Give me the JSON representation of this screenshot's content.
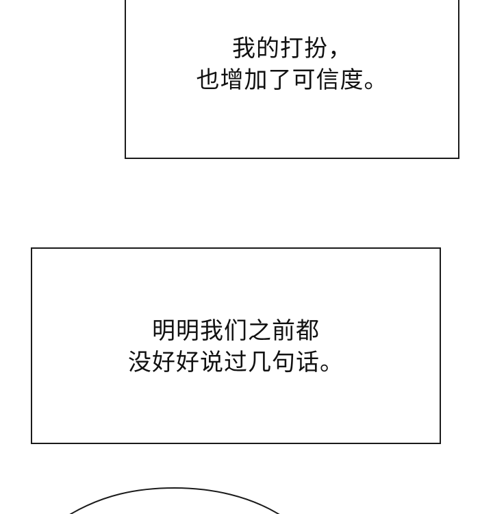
{
  "panels": [
    {
      "id": "caption-1",
      "lines": [
        "我的打扮，",
        "也增加了可信度。"
      ]
    },
    {
      "id": "caption-2",
      "lines": [
        "明明我们之前都",
        "没好好说过几句话。"
      ]
    }
  ],
  "colors": {
    "background": "#ffffff",
    "border": "#1a1a1a",
    "text": "#111111"
  }
}
